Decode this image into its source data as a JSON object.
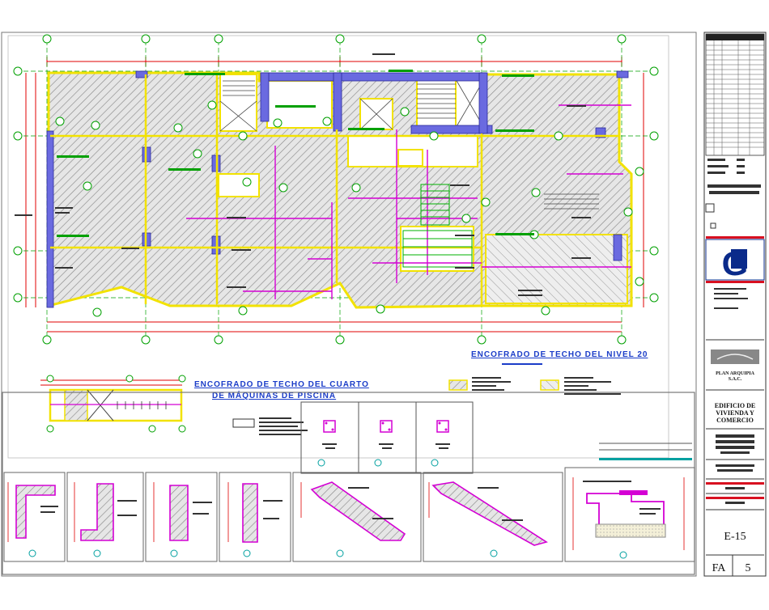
{
  "drawing": {
    "main_title": "ENCOFRADO DE TECHO DEL NIVEL 20",
    "secondary_title_line1": "ENCOFRADO DE TECHO DEL CUARTO",
    "secondary_title_line2": "DE MÁQUINAS DE PISCINA"
  },
  "title_block": {
    "company_line1": "PLAN ARQUIPIA",
    "company_line2": "S.A.C.",
    "project_line1": "EDIFICIO DE",
    "project_line2": "VIVIENDA Y",
    "project_line3": "COMERCIO",
    "sheet_code": "E-15",
    "sheet_prefix": "FA",
    "sheet_number": "5"
  },
  "colors": {
    "structure_outline": "#f2e200",
    "slab_hatch": "#777777",
    "beam_magenta": "#d400d4",
    "column_blue": "#5a5ad8",
    "dimension_red": "#e00000",
    "grid_green": "#00b000",
    "title_blue": "#1a3cc8",
    "logo_blue": "#0a2a8a",
    "logo_red": "#d81020"
  }
}
